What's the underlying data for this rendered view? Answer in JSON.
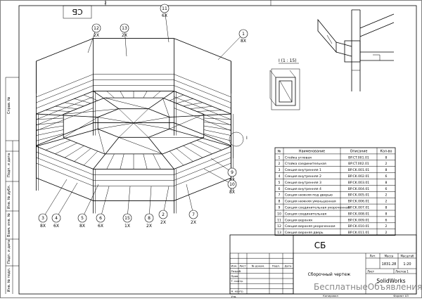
{
  "sheet": {
    "top_stamp": "СБ",
    "top_number": "2",
    "left_side_labels": [
      "Справ. №",
      "Подп. и дата",
      "Инв. № дубл.",
      "Взам. инв. №",
      "Подп. и дата",
      "Инв. № подл."
    ],
    "watermark": "БесплатныеОбъявления.рф"
  },
  "callouts": [
    {
      "num": "12",
      "qty": "2X"
    },
    {
      "num": "13",
      "qty": "2X"
    },
    {
      "num": "11",
      "qty": "6X"
    },
    {
      "num": "1",
      "qty": "8X"
    },
    {
      "num": "9",
      "qty": "8X"
    },
    {
      "num": "10",
      "qty": "8X"
    },
    {
      "num": "3",
      "qty": "8X"
    },
    {
      "num": "4",
      "qty": "6X"
    },
    {
      "num": "5",
      "qty": "8X"
    },
    {
      "num": "6",
      "qty": "6X"
    },
    {
      "num": "15",
      "qty": "1X"
    },
    {
      "num": "8",
      "qty": "2X"
    },
    {
      "num": "2",
      "qty": "2X"
    },
    {
      "num": "7",
      "qty": "2X"
    }
  ],
  "detail": {
    "label": "I (1 : 15)",
    "marker": "I"
  },
  "parts_table": {
    "headers": [
      "№",
      "Наименование",
      "Описание",
      "Кол-во"
    ],
    "rows": [
      [
        "1",
        "Стойка угловая",
        "BP.CT.001.01",
        "8"
      ],
      [
        "2",
        "Стойка соединительная",
        "BP.CT.002.01",
        "2"
      ],
      [
        "3",
        "Секция внутренняя 1",
        "BP.CK.001.01",
        "8"
      ],
      [
        "4",
        "Секция внутренняя 2",
        "BP.CK.002.01",
        "6"
      ],
      [
        "5",
        "Секция внутренняя 3",
        "BP.CK.003.01",
        "8"
      ],
      [
        "6",
        "Секция внутренняя 4",
        "BP.CK.004.01",
        "6"
      ],
      [
        "7",
        "Секция нижняя под дверью",
        "BP.CK.005.01",
        "2"
      ],
      [
        "8",
        "Секция нижняя уменьшенная",
        "BP.CK.006.01",
        "2"
      ],
      [
        "9",
        "Секция соединительная укороченная",
        "BP.CK.007.01",
        "8"
      ],
      [
        "10",
        "Секция соединительная",
        "BP.CK.008.01",
        "8"
      ],
      [
        "11",
        "Секция верхняя",
        "BP.CK.009.01",
        "6"
      ],
      [
        "12",
        "Секция верхняя укороченная",
        "BP.CK.010.01",
        "2"
      ],
      [
        "13",
        "Секция верхняя дверь",
        "BP.CK.011.01",
        "2"
      ]
    ]
  },
  "title_block": {
    "code": "СБ",
    "name": "Сборочный чертеж",
    "col_izm": "Изм.",
    "col_list": "Лист",
    "col_doc": "№ докум.",
    "col_sign": "Подп.",
    "col_date": "Дата",
    "row_razrab": "Разраб.",
    "row_prov": "Пров.",
    "row_tkontr": "Т. контр.",
    "row_nkontr": "Н. контр.",
    "row_utv": "Утв.",
    "lit": "Лит.",
    "mass": "Масса",
    "scale_label": "Масштаб",
    "scale": "1:20",
    "mass_value": "1831.28",
    "sheet_label": "Лист",
    "sheets_label": "Листов",
    "sheets": "1",
    "software": "SolidWorks",
    "format": "Формат A3",
    "copied": "Копировал"
  }
}
